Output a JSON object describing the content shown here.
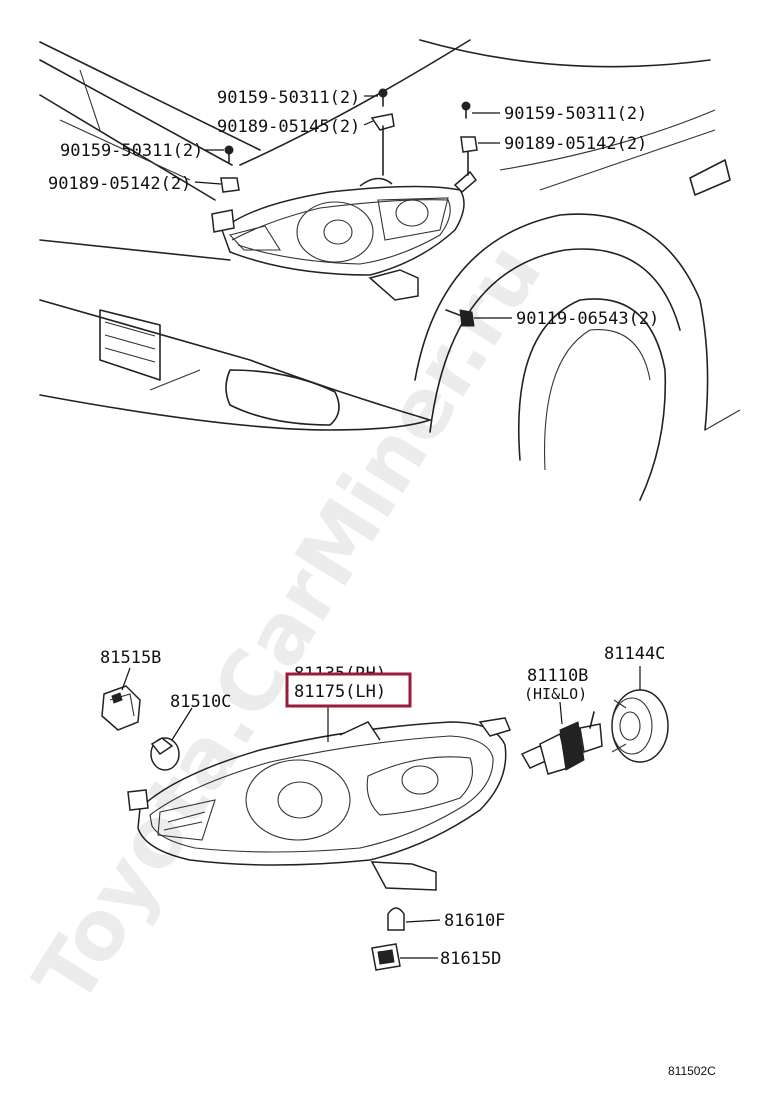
{
  "overview": {
    "labels": {
      "bolt_upper_mid": "90159-50311(2)",
      "bracket_upper_mid": "90189-05145(2)",
      "bolt_left": "90159-50311(2)",
      "nut_left": "90189-05142(2)",
      "bolt_right": "90159-50311(2)",
      "nut_right": "90189-05142(2)",
      "screw_bottom": "90119-06543(2)"
    }
  },
  "assembly": {
    "socket_left": "81515B",
    "bulb_left": "81510C",
    "headlamp_rh": "81135(RH)",
    "headlamp_lh": "81175(LH)",
    "bulb_main": "81110B",
    "bulb_main_note": "(HI&LO)",
    "cover": "81144C",
    "bulb_small": "81610F",
    "socket_small": "81615D"
  },
  "highlight_color": "#9b1b3a",
  "figure_code": "811502C",
  "watermark": "Toyota.CarMiner.ru"
}
